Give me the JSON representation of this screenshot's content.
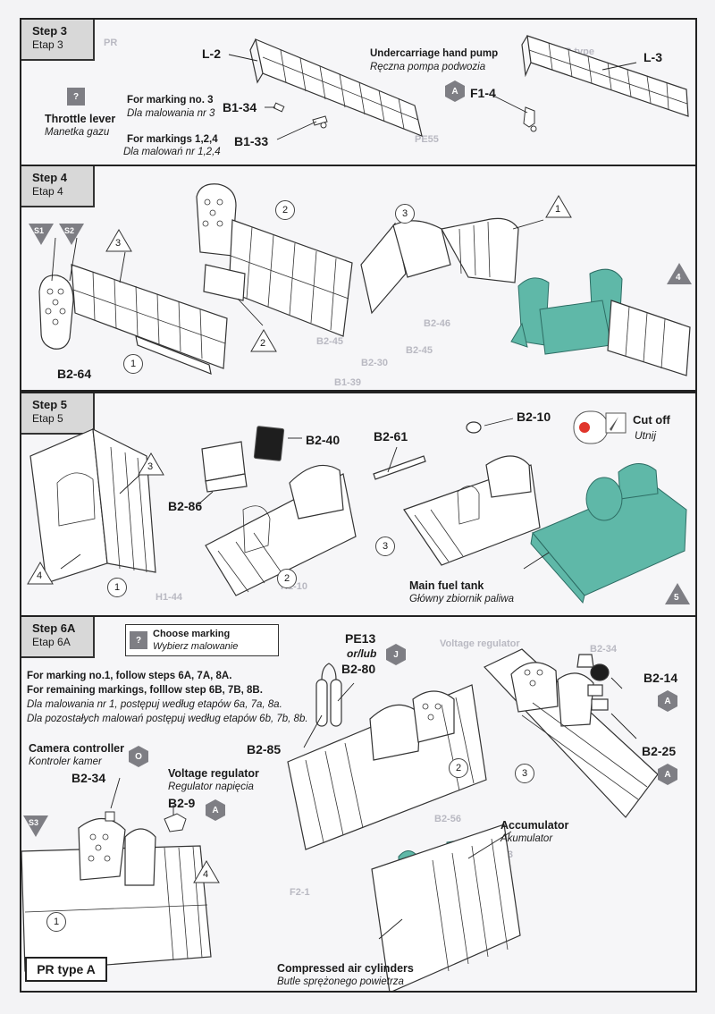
{
  "steps": {
    "s3": {
      "title": "Step 3",
      "subtitle": "Etap 3"
    },
    "s4": {
      "title": "Step 4",
      "subtitle": "Etap 4"
    },
    "s5": {
      "title": "Step 5",
      "subtitle": "Etap 5"
    },
    "s6": {
      "title": "Step 6A",
      "subtitle": "Etap 6A"
    }
  },
  "step3": {
    "throttle_en": "Throttle lever",
    "throttle_pl": "Manetka gazu",
    "mark3_en": "For marking no. 3",
    "mark3_pl": "Dla malowania nr 3",
    "mark124_en": "For markings 1,2,4",
    "mark124_pl": "Dla malowań nr 1,2,4",
    "pump_en": "Undercarriage hand pump",
    "pump_pl": "Ręczna pompa podwozia",
    "parts": {
      "l2": "L-2",
      "l3": "L-3",
      "b134": "B1-34",
      "b133": "B1-33",
      "f14": "F1-4"
    },
    "badge_q": "?",
    "badge_a": "A",
    "ghost": [
      "PR",
      "PE55",
      "PR type"
    ]
  },
  "step4": {
    "parts": {
      "b264": "B2-64"
    },
    "badges": {
      "s1": "S1",
      "s2": "S2",
      "n4": "4"
    },
    "subs": [
      "1",
      "2",
      "3"
    ],
    "tris": [
      "1",
      "2",
      "3"
    ],
    "ghost": [
      "B2-46",
      "B2-45",
      "B2-30",
      "B1-39",
      "B2-45"
    ]
  },
  "step5": {
    "parts": {
      "b240": "B2-40",
      "b286": "B2-86",
      "b261": "B2-61",
      "b210": "B2-10"
    },
    "cutoff_en": "Cut off",
    "cutoff_pl": "Utnij",
    "fuel_en": "Main fuel tank",
    "fuel_pl": "Główny zbiornik paliwa",
    "subs": [
      "1",
      "2",
      "3"
    ],
    "tris": [
      "3",
      "4"
    ],
    "badge_5": "5",
    "ghost": [
      "H1-10",
      "H1-44"
    ]
  },
  "step6": {
    "choose_en": "Choose marking",
    "choose_pl": "Wybierz malowanie",
    "badge_q": "?",
    "inst1": "For marking no.1,  follow steps 6A, 7A, 8A.",
    "inst2": "For remaining markings, folllow step 6B, 7B, 8B.",
    "inst3": "Dla malowania nr 1, postępuj według etapów 6a, 7a, 8a.",
    "inst4": "Dla pozostałych malowań postępuj według etapów 6b, 7b, 8b.",
    "pe13": "PE13",
    "orlub": "or/lub",
    "parts": {
      "b280": "B2-80",
      "b285": "B2-85",
      "b214": "B2-14",
      "b225": "B2-25",
      "b234": "B2-34",
      "b29": "B2-9"
    },
    "badges": {
      "j": "J",
      "a1": "A",
      "a2": "A",
      "a3": "A",
      "o": "O",
      "s3": "S3"
    },
    "camera_en": "Camera controller",
    "camera_pl": "Kontroler kamer",
    "voltage_en": "Voltage regulator",
    "voltage_pl": "Regulator napięcia",
    "accum_en": "Accumulator",
    "accum_pl": "Akumulator",
    "air_en": "Compressed air cylinders",
    "air_pl": "Butle sprężonego powietrza",
    "subs": [
      "1",
      "2",
      "3"
    ],
    "tri_4": "4",
    "footer": "PR type A",
    "ghost": [
      "Voltage regulator",
      "B2-34",
      "B2-56",
      "F2-1",
      "B2-43"
    ]
  },
  "colors": {
    "border": "#222222",
    "badge": "#7e7e84",
    "resin": "#5fb8a8",
    "red_dot": "#e0352b"
  }
}
